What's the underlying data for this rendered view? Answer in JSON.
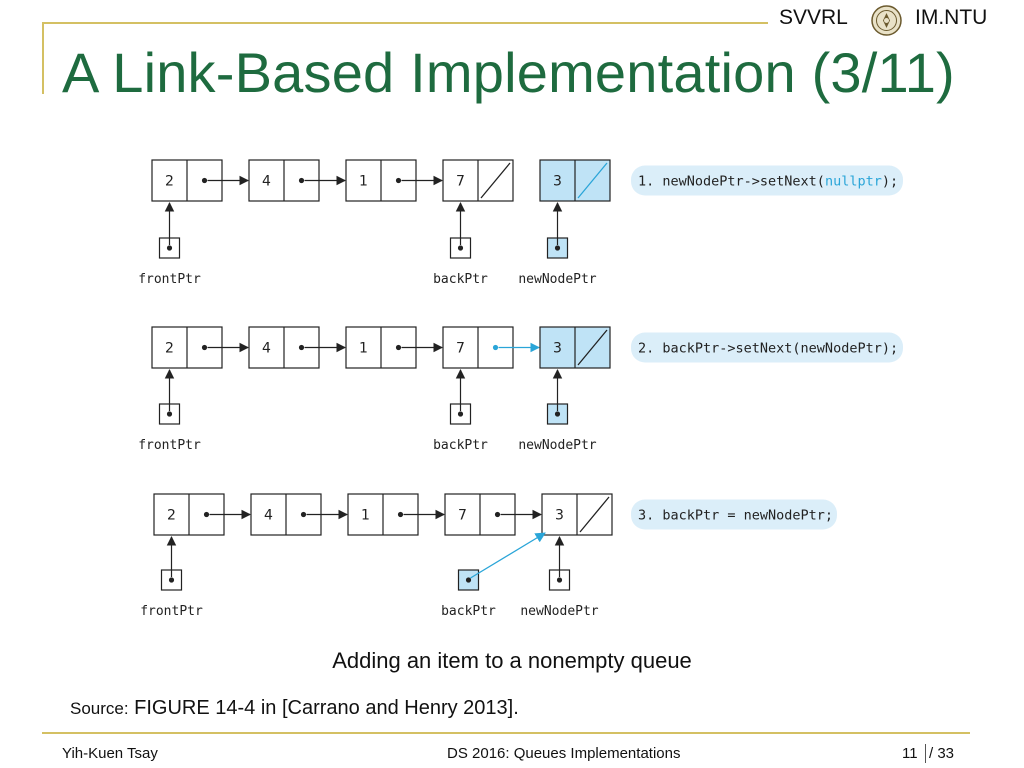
{
  "header": {
    "org_left": "SVVRL",
    "org_right": "IM.NTU",
    "seal_icon": "ntu-seal-icon"
  },
  "slide": {
    "title": "A Link-Based Implementation (3/11)"
  },
  "diagram": {
    "rows": [
      {
        "nodes": [
          "2",
          "4",
          "1",
          "7",
          "3"
        ],
        "step": "1. newNodePtr->setNext(nullptr);",
        "code_parts": [
          "1. newNodePtr->setNext(",
          "nullptr",
          ");"
        ],
        "pointers": [
          "frontPtr",
          "backPtr",
          "newNodePtr"
        ]
      },
      {
        "nodes": [
          "2",
          "4",
          "1",
          "7",
          "3"
        ],
        "step": "2. backPtr->setNext(newNodePtr);",
        "pointers": [
          "frontPtr",
          "backPtr",
          "newNodePtr"
        ]
      },
      {
        "nodes": [
          "2",
          "4",
          "1",
          "7",
          "3"
        ],
        "step": "3. backPtr = newNodePtr;",
        "pointers": [
          "frontPtr",
          "backPtr",
          "newNodePtr"
        ]
      }
    ],
    "colors": {
      "highlight": "#bfe3f6",
      "callout": "#dbeef9",
      "keyword": "#2aa5d8",
      "new_link": "#2aa5d8"
    }
  },
  "caption": "Adding an item to a nonempty queue",
  "source": {
    "label": "Source:",
    "text": "FIGURE 14-4 in [Carrano and Henry 2013]."
  },
  "footer": {
    "author": "Yih-Kuen Tsay",
    "course": "DS 2016: Queues Implementations",
    "page": "11",
    "total": "/ 33"
  }
}
